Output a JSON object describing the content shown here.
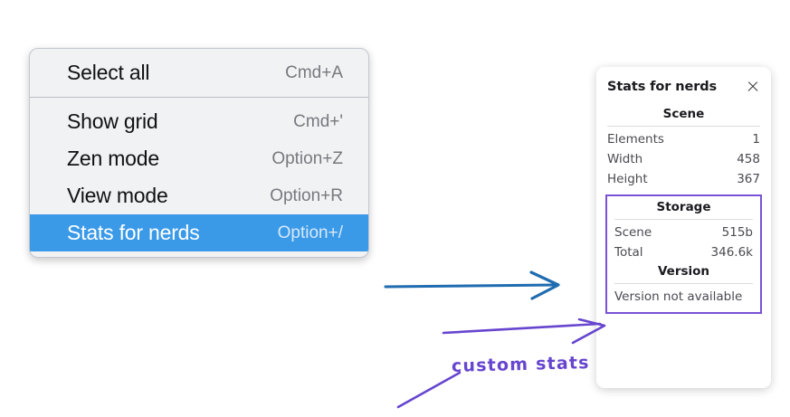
{
  "menu": {
    "sections": [
      {
        "items": [
          {
            "label": "Select all",
            "shortcut": "Cmd+A",
            "selected": false
          }
        ]
      },
      {
        "items": [
          {
            "label": "Show grid",
            "shortcut": "Cmd+'",
            "selected": false
          },
          {
            "label": "Zen mode",
            "shortcut": "Option+Z",
            "selected": false
          },
          {
            "label": "View mode",
            "shortcut": "Option+R",
            "selected": false
          },
          {
            "label": "Stats for nerds",
            "shortcut": "Option+/",
            "selected": true
          }
        ]
      }
    ],
    "highlight_color": "#3b9ae8"
  },
  "stats_panel": {
    "title": "Stats for nerds",
    "close_icon": "close-icon",
    "scene": {
      "heading": "Scene",
      "rows": [
        {
          "key": "Elements",
          "value": "1"
        },
        {
          "key": "Width",
          "value": "458"
        },
        {
          "key": "Height",
          "value": "367"
        }
      ]
    },
    "storage": {
      "heading": "Storage",
      "rows": [
        {
          "key": "Scene",
          "value": "515b"
        },
        {
          "key": "Total",
          "value": "346.6k"
        }
      ]
    },
    "version": {
      "heading": "Version",
      "text": "Version not available"
    },
    "outline_color": "#7a52d6"
  },
  "annotations": {
    "blue_arrow_color": "#1f6cb0",
    "purple_color": "#6645cf",
    "handwriting_label": "custom stats"
  }
}
